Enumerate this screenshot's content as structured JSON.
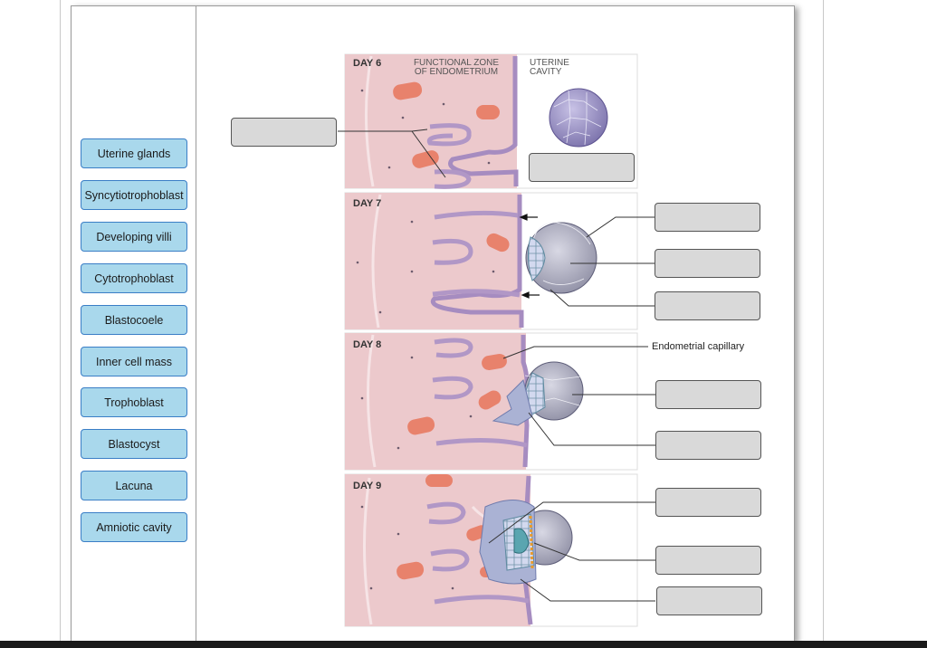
{
  "labels": [
    "Uterine glands",
    "Syncytiotrophoblast",
    "Developing villi",
    "Cytotrophoblast",
    "Blastocoele",
    "Inner cell mass",
    "Trophoblast",
    "Blastocyst",
    "Lacuna",
    "Amniotic cavity"
  ],
  "diagram": {
    "day6": "DAY 6",
    "day7": "DAY 7",
    "day8": "DAY 8",
    "day9": "DAY 9",
    "functional_zone_line1": "FUNCTIONAL ZONE",
    "functional_zone_line2": "OF ENDOMETRIUM",
    "uterine_cavity_line1": "UTERINE",
    "uterine_cavity_line2": "CAVITY",
    "endometrial_capillary": "Endometrial capillary"
  },
  "colors": {
    "label_fill": "#a9d8ec",
    "label_border": "#3a7ec6",
    "tissue": "#ecc9cc",
    "gland": "#b197c6",
    "capillary": "#e8826c",
    "blastocyst": "#8f86bd",
    "dropzone": "#d9d9d9"
  }
}
